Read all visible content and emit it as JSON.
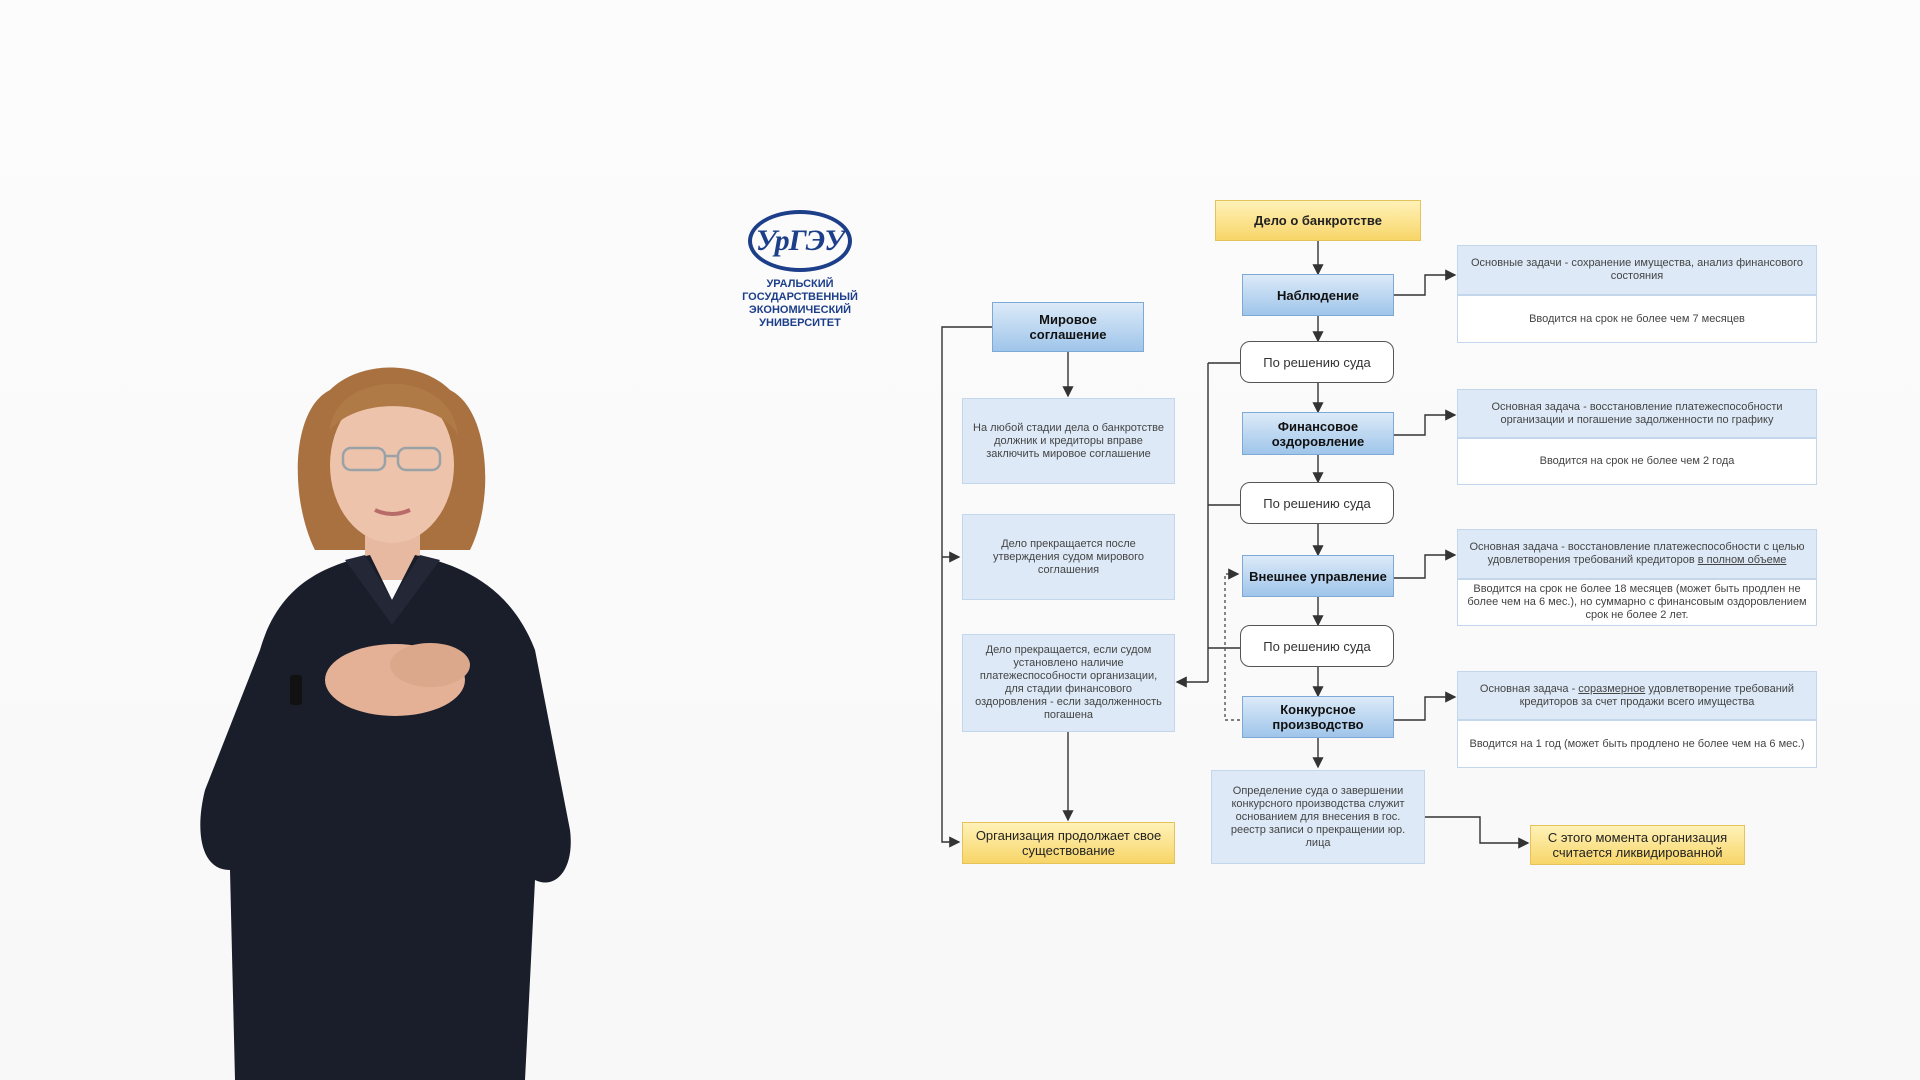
{
  "logo": {
    "mark": "УрГЭУ",
    "name_lines": [
      "УРАЛЬСКИЙ",
      "ГОСУДАРСТВЕННЫЙ",
      "ЭКОНОМИЧЕСКИЙ",
      "УНИВЕРСИТЕТ"
    ]
  },
  "diagram": {
    "root": "Дело о банкротстве",
    "stages": {
      "observation": "Наблюдение",
      "recovery": "Финансовое оздоровление",
      "external": "Внешнее управление",
      "competitive": "Конкурсное производство"
    },
    "court_decision": "По решению суда",
    "settlement": {
      "title": "Мировое соглашение",
      "note1": "На любой стадии дела о банкротстве должник и кредиторы вправе заключить мировое соглашение",
      "note2": "Дело прекращается после утверждения судом мирового соглашения",
      "note3": "Дело прекращается, если судом установлено наличие платежеспособности организации, для стадии финансового оздоровления - если задолженность погашена",
      "result": "Организация продолжает свое существование"
    },
    "details": {
      "observation_task": "Основные задачи - сохранение имущества, анализ финансового состояния",
      "observation_term": "Вводится на срок не более чем 7 месяцев",
      "recovery_task": "Основная задача - восстановление платежеспособности организации и погашение задолженности по графику",
      "recovery_term": "Вводится на срок не более чем 2 года",
      "external_task_a": "Основная задача - восстановление платежеспособности с целью удовлетворения требований кредиторов ",
      "external_task_u": "в полном объеме",
      "external_term": "Вводится на срок не более 18 месяцев (может быть продлен не более чем на 6 мес.), но суммарно с финансовым оздоровлением срок не более 2 лет.",
      "competitive_task_a": "Основная задача - ",
      "competitive_task_u": "соразмерное",
      "competitive_task_b": " удовлетворение требований кредиторов за счет продажи всего имущества",
      "competitive_term": "Вводится на 1 год (может быть продлено не более чем на 6 мес.)"
    },
    "final": {
      "decision": "Определение суда о завершении конкурсного производства служит основанием для внесения в гос. реестр записи о прекращении юр. лица",
      "result": "С этого момента организация считается ликвидированной"
    }
  },
  "colors": {
    "logo_blue": "#1d3f8a",
    "stage_blue": "#9fc5ea",
    "note_blue": "#dde9f6",
    "result_yellow": "#f7d568",
    "shirt": "#1a1d2a"
  },
  "icons": [
    "university-logo"
  ]
}
